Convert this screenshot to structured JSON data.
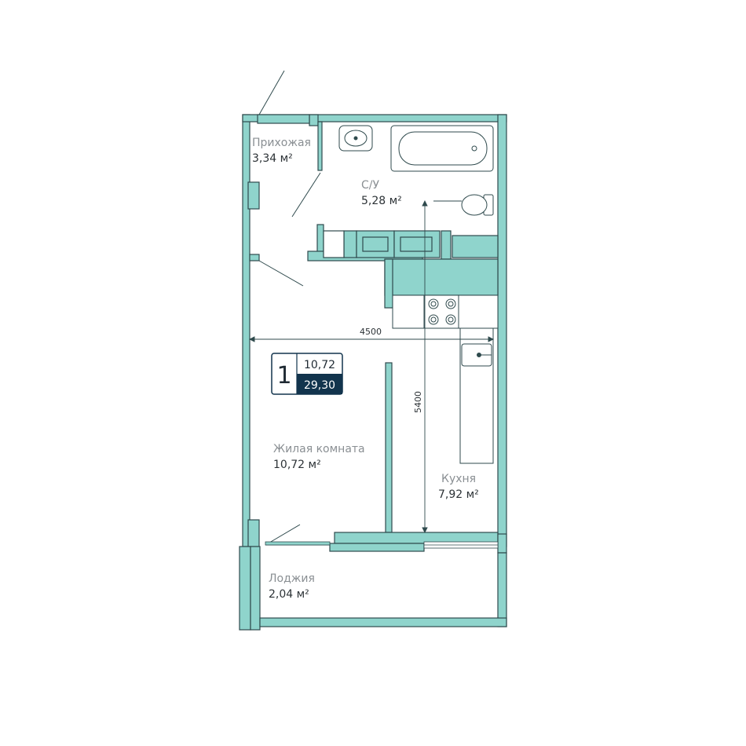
{
  "colors": {
    "wall_fill": "#8fd4cc",
    "wall_stroke": "#2f4a4d",
    "badge_dark": "#12344d",
    "label_gray": "#8a8f93",
    "text_dark": "#2c3236"
  },
  "rooms": {
    "hall": {
      "name": "Прихожая",
      "area": "3,34 м²"
    },
    "bath": {
      "name": "С/У",
      "area": "5,28 м²"
    },
    "living": {
      "name": "Жилая комната",
      "area": "10,72 м²"
    },
    "kitchen": {
      "name": "Кухня",
      "area": "7,92 м²"
    },
    "loggia": {
      "name": "Лоджия",
      "area": "2,04 м²"
    }
  },
  "dimensions": {
    "width": "4500",
    "depth": "5400"
  },
  "badge": {
    "rooms_count": "1",
    "living_area": "10,72",
    "total_area": "29,30"
  }
}
